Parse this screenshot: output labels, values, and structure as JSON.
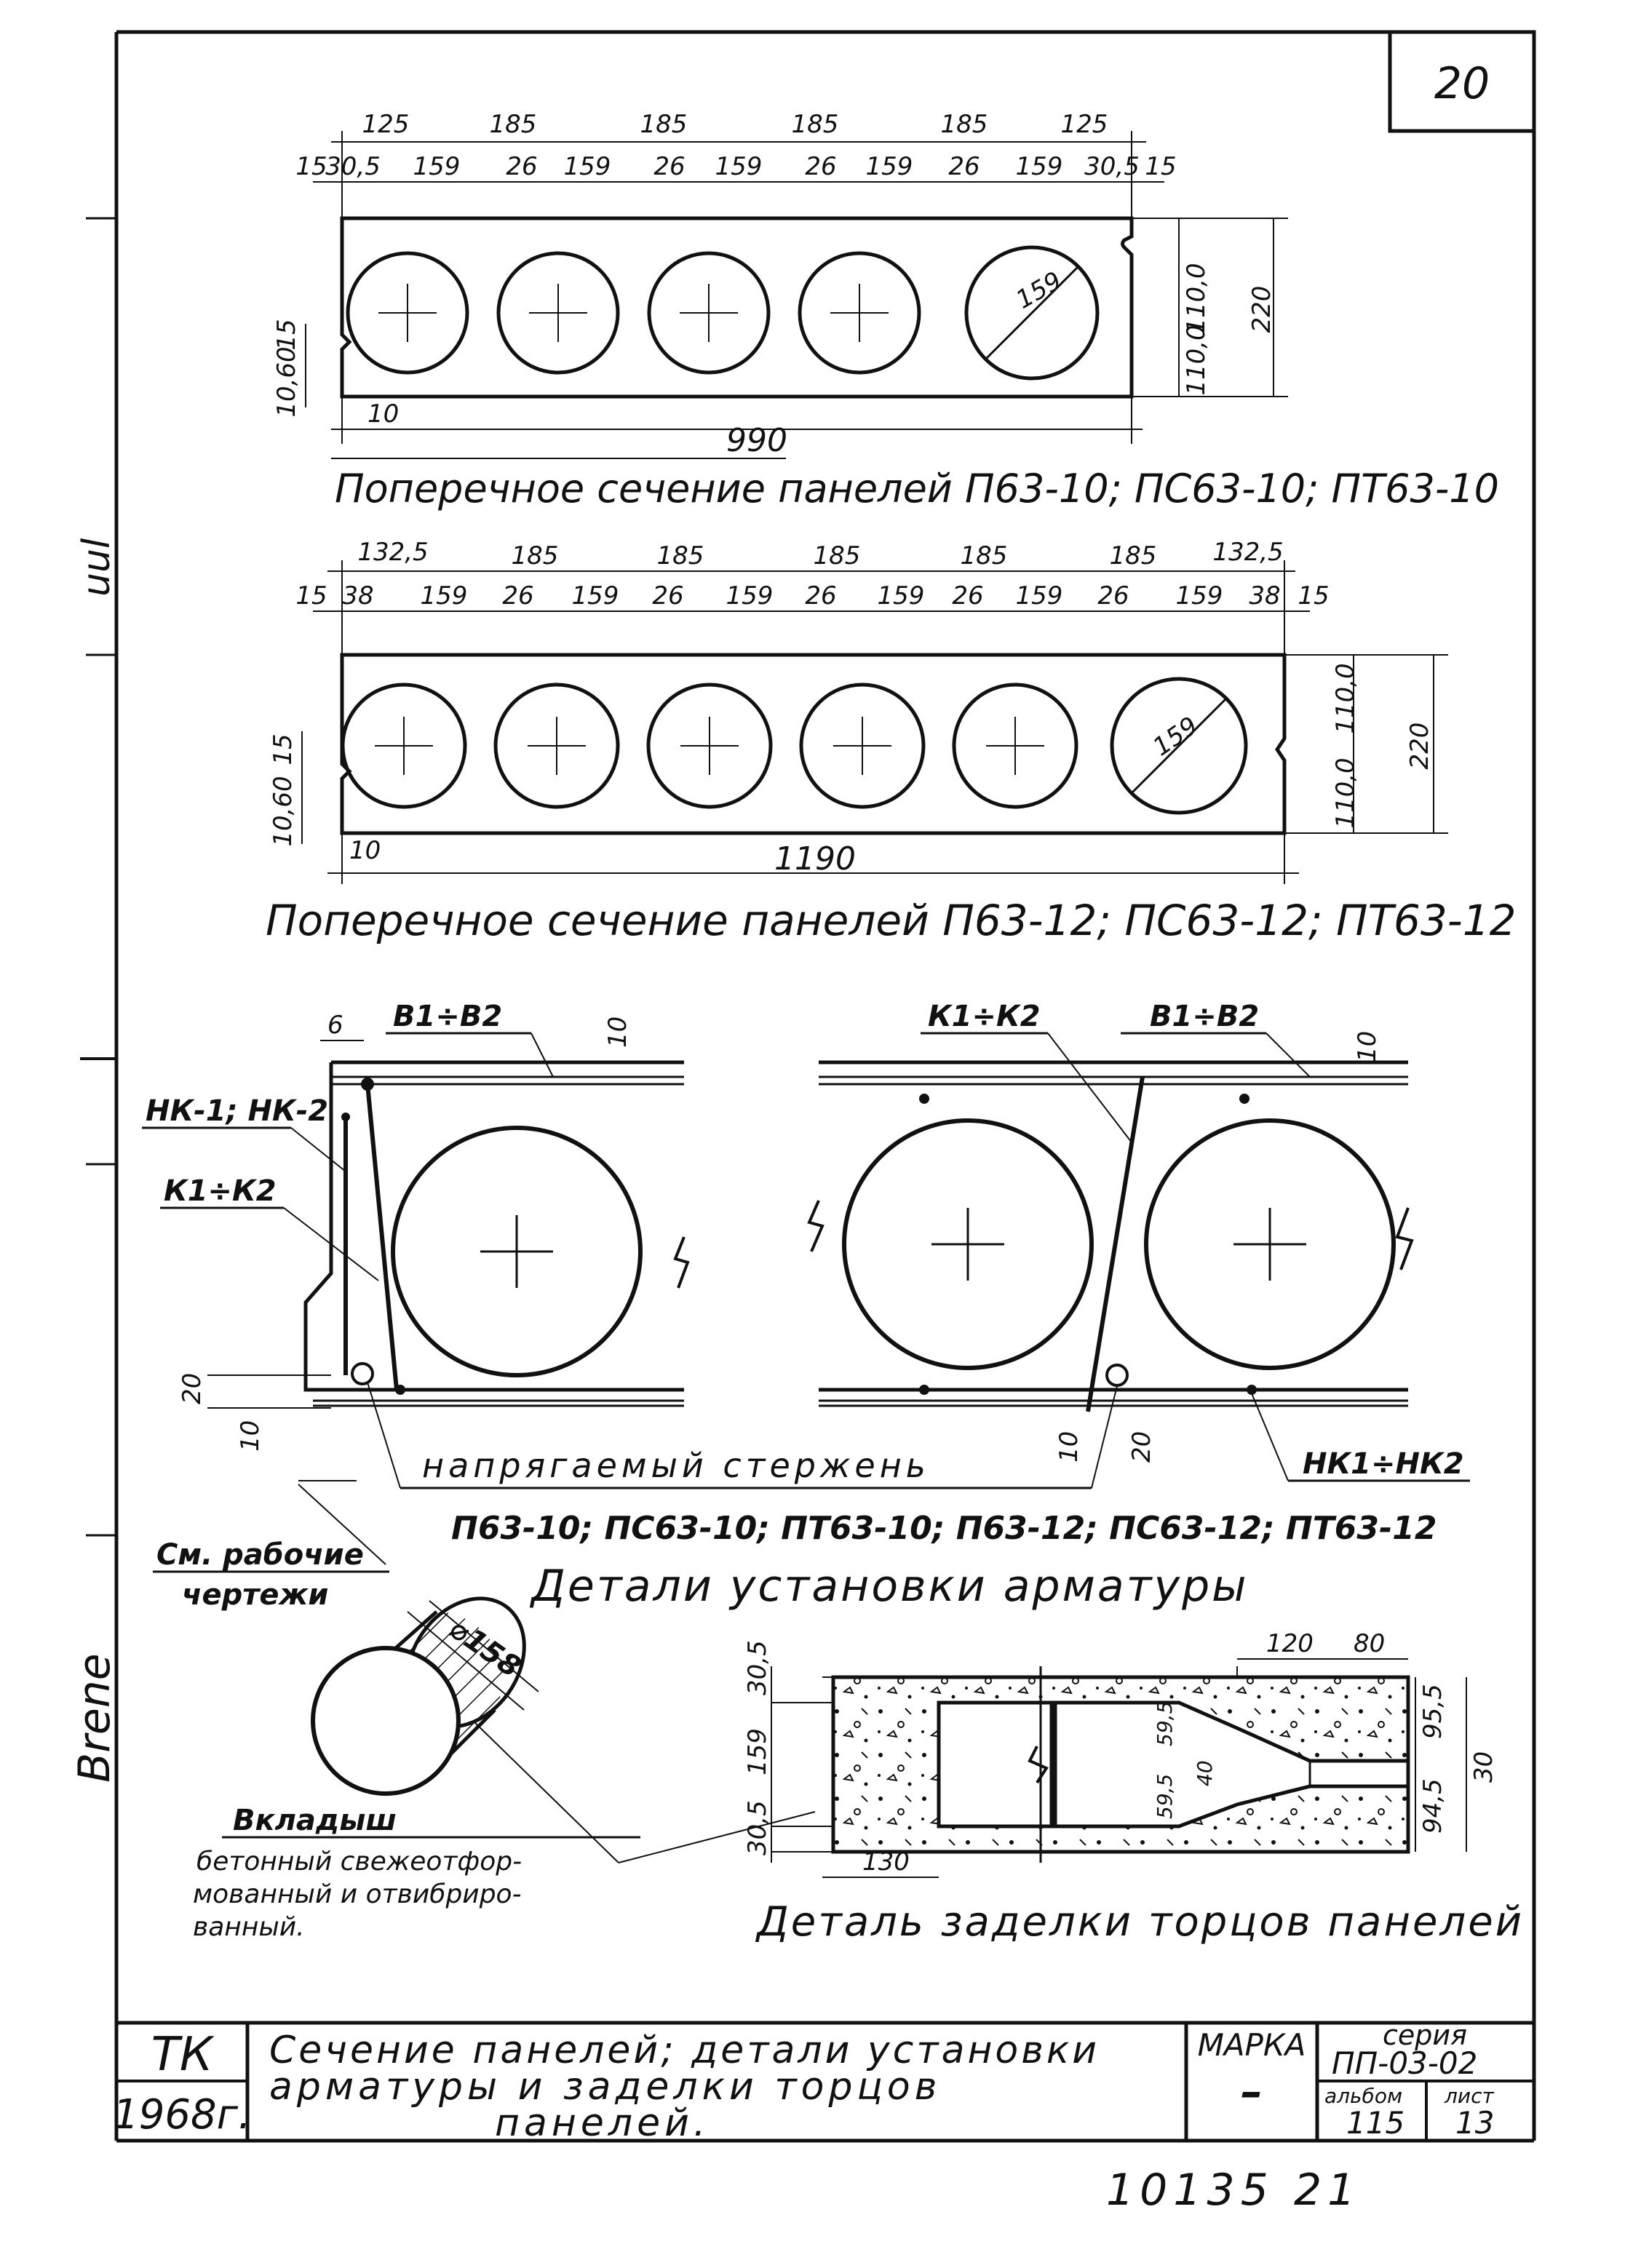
{
  "page_number": "20",
  "side_marks": [
    "uul",
    "Brene"
  ],
  "section1": {
    "top_dims": [
      "125",
      "185",
      "185",
      "185",
      "185",
      "125"
    ],
    "sub_dims": [
      "15",
      "30,5",
      "159",
      "26",
      "159",
      "26",
      "159",
      "26",
      "159",
      "26",
      "159",
      "30,5",
      "15"
    ],
    "right_dims": [
      "110,0",
      "110,0",
      "220"
    ],
    "left_dims": [
      "15",
      "10,60"
    ],
    "bottom_dims": [
      "10",
      "990"
    ],
    "hole_dia": "159",
    "caption": "Поперечное сечение панелей  П63-10; ПС63-10; ПТ63-10"
  },
  "section2": {
    "top_dims": [
      "132,5",
      "185",
      "185",
      "185",
      "185",
      "185",
      "132,5"
    ],
    "sub_dims": [
      "15",
      "38",
      "159",
      "26",
      "159",
      "26",
      "159",
      "26",
      "159",
      "26",
      "159",
      "26",
      "159",
      "38",
      "15"
    ],
    "right_dims": [
      "110,0",
      "110,0",
      "220"
    ],
    "left_dims": [
      "15",
      "10,60"
    ],
    "bottom_dims": [
      "10",
      "1190"
    ],
    "hole_dia": "159",
    "caption": "Поперечное сечение панелей П63-12; ПС63-12; ПТ63-12"
  },
  "details": {
    "left_labels": [
      "6",
      "В1÷В2",
      "10",
      "НК-1; НК-2",
      "К1÷К2",
      "20",
      "10"
    ],
    "right_labels": [
      "К1÷К2",
      "В1÷В2",
      "10",
      "10",
      "20",
      "НК1÷НК2"
    ],
    "rod_label": "напрягаемый стержень",
    "see_note_line1": "См. рабочие",
    "see_note_line2": "чертежи",
    "panels_list": "П63-10; ПС63-10; ПТ63-10; П63-12; ПС63-12; ПТ63-12",
    "title": "Детали установки арматуры"
  },
  "insert": {
    "dia": "⌀158",
    "title": "Вкладыш",
    "desc_lines": [
      "бетонный свежеотфор-",
      "мованный и отвибриро-",
      "ванный."
    ]
  },
  "end_detail": {
    "dims_left": [
      "30,5",
      "159",
      "30,5"
    ],
    "dims_top": [
      "120",
      "80"
    ],
    "dims_inner": [
      "59,5",
      "59,5",
      "40"
    ],
    "dims_right": [
      "95,5",
      "94,5",
      "30"
    ],
    "dim_bottom": "130",
    "title": "Деталь заделки торцов панелей"
  },
  "title_block": {
    "org": "ТК",
    "year": "1968г.",
    "title_lines": [
      "Сечение панелей; детали установки",
      "арматуры  и  заделки  торцов",
      "панелей."
    ],
    "mark_label": "МАРКА",
    "mark_value": "–",
    "series_label": "серия",
    "series_value": "ПП-03-02",
    "album_label": "альбом",
    "album_value": "115",
    "sheet_label": "лист",
    "sheet_value": "13"
  },
  "inventory_number": "10135  21"
}
